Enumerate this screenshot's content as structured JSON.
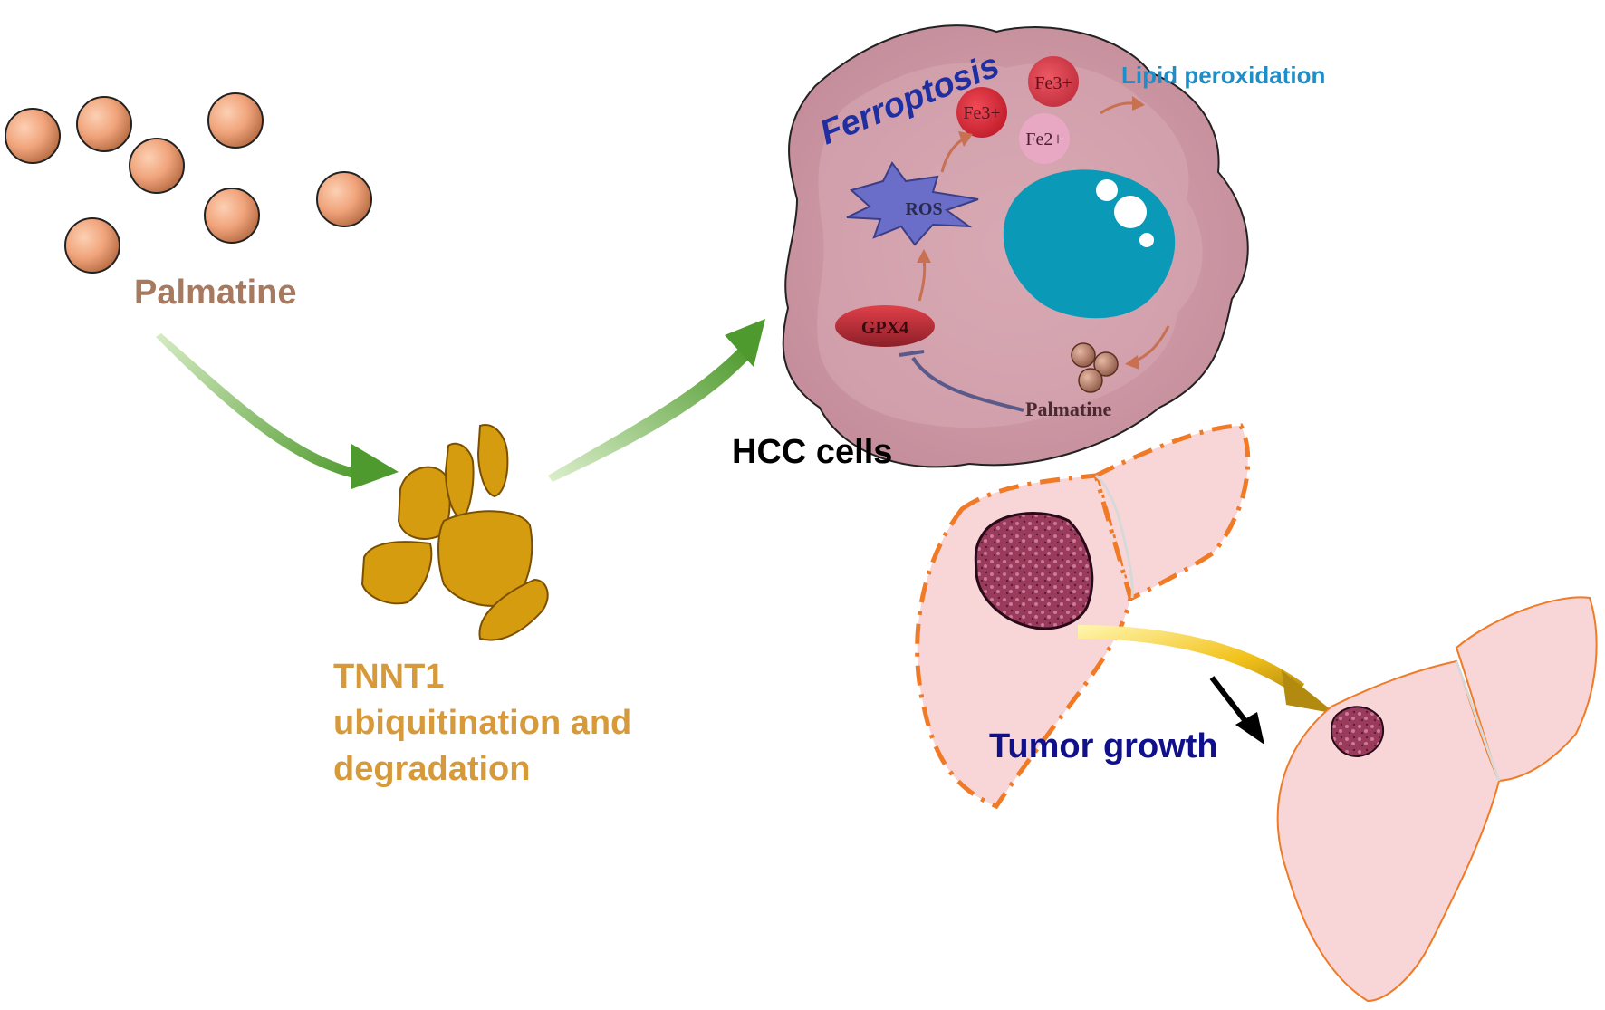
{
  "labels": {
    "palmatine": "Palmatine",
    "tnnt1_line1": "TNNT1",
    "tnnt1_line2": "ubiquitination and",
    "tnnt1_line3": "degradation",
    "ferroptosis": "Ferroptosis",
    "lipid_peroxidation": "Lipid peroxidation",
    "hcc_cells": "HCC cells",
    "tumor_growth": "Tumor growth",
    "fe3_top": "Fe3+",
    "fe3": "Fe3+",
    "fe2": "Fe2+",
    "ros": "ROS",
    "gpx4": "GPX4",
    "cell_palmatine": "Palmatine"
  },
  "colors": {
    "palmatine_label": "#a77a5f",
    "tnnt1_label": "#d69a3a",
    "ferroptosis_label": "#1f2fa0",
    "lipid_label": "#1f8ec8",
    "tumor_label": "#10108a",
    "hcc_label": "#000000",
    "green_arrow": "#5aa038",
    "yellow_arrow": "#e0b400",
    "liver_fill": "#f8d6d8",
    "liver_dashed": "#f07a26"
  }
}
